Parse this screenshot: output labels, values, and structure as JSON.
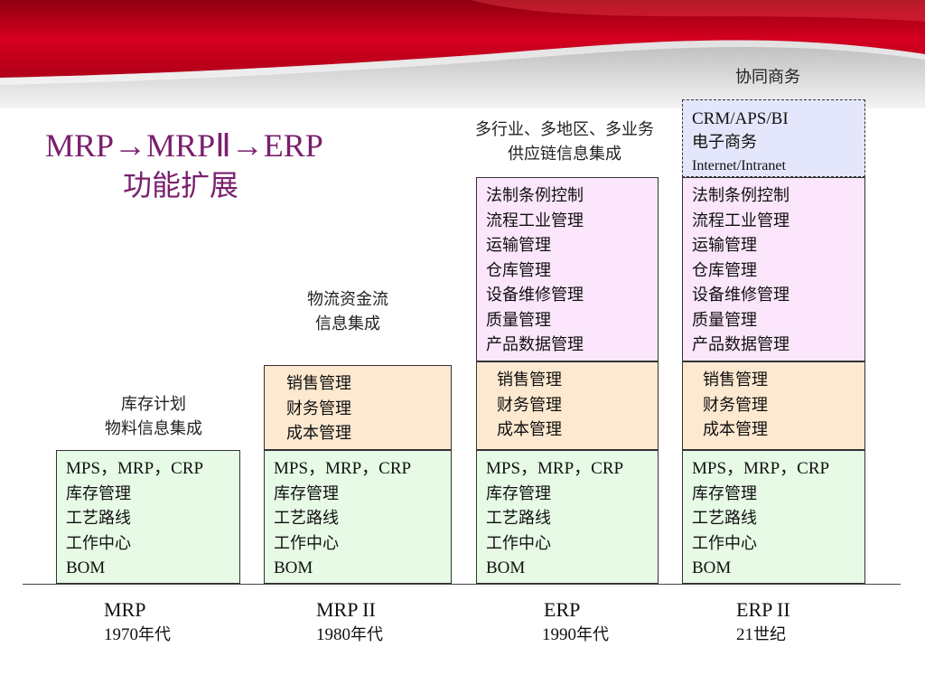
{
  "title": {
    "line1": "MRP→MRPⅡ→ERP",
    "line2": "功能扩展"
  },
  "colors": {
    "title": "#7a1f6e",
    "banner": "#c8001e",
    "green": "#e6fae6",
    "peach": "#fde8d0",
    "pink": "#fbe6fb",
    "lavender": "#e4e6fb"
  },
  "captions": {
    "mrp": [
      "库存计划",
      "物料信息集成"
    ],
    "mrp2": [
      "物流资金流",
      "信息集成"
    ],
    "erp": [
      "多行业、多地区、多业务",
      "供应链信息集成"
    ],
    "erp2": [
      "协同商务"
    ]
  },
  "core_items": [
    "MPS，MRP，CRP",
    "库存管理",
    "工艺路线",
    "工作中心",
    "BOM"
  ],
  "finance_items": [
    "销售管理",
    "财务管理",
    "成本管理"
  ],
  "extended_items": [
    "法制条例控制",
    "流程工业管理",
    "运输管理",
    "仓库管理",
    "设备维修管理",
    "质量管理",
    "产品数据管理"
  ],
  "collab_items": [
    "CRM/APS/BI",
    "电子商务",
    "Internet/Intranet"
  ],
  "stages": [
    {
      "name": "MRP",
      "year": "1970",
      "suffix": "年代"
    },
    {
      "name": "MRP II",
      "year": "1980",
      "suffix": "年代"
    },
    {
      "name": "ERP",
      "year": "1990",
      "suffix": "年代"
    },
    {
      "name": "ERP II",
      "year": "21",
      "suffix": "世纪"
    }
  ]
}
